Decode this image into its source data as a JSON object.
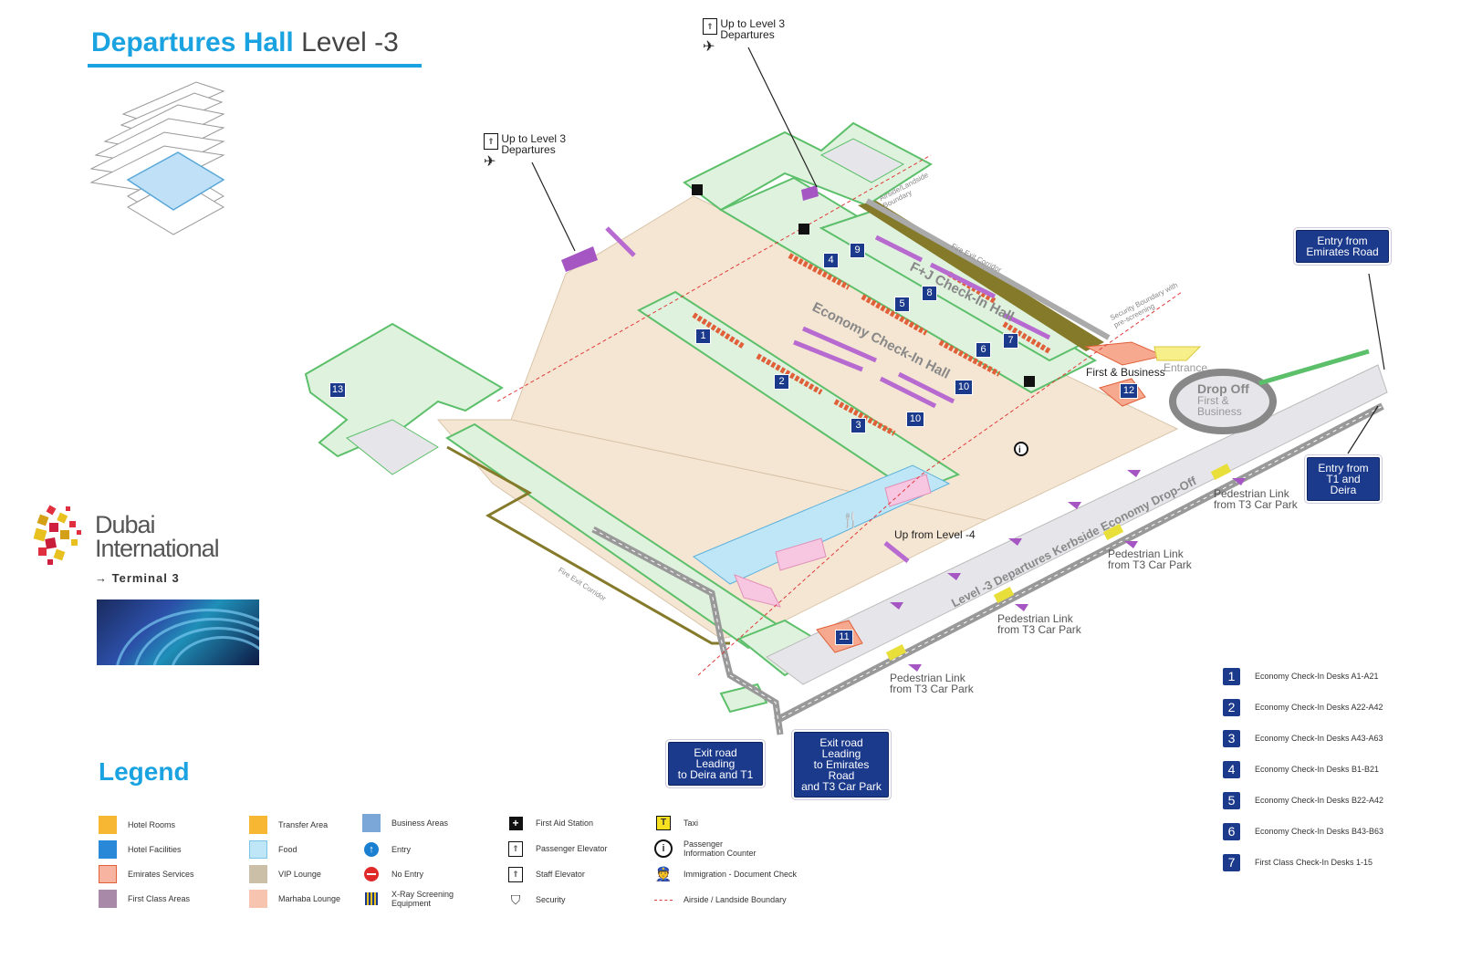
{
  "header": {
    "title_bold": "Departures Hall",
    "title_level": "Level -3"
  },
  "branding": {
    "name_line1": "Dubai",
    "name_line2": "International",
    "terminal": "→ Terminal 3"
  },
  "colors": {
    "accent": "#1aa3e0",
    "nav_box": "#1b3a8c",
    "floor": "#f5e6d3",
    "green_area": "#dff2de",
    "food": "#bfe6f7",
    "emirates": "#f7a98f",
    "road": "#999999",
    "boundary": "#e03a3a",
    "elevator": "#a556c2",
    "olive": "#857a2a"
  },
  "map": {
    "callouts": {
      "elevator_top": {
        "line1": "Up to Level 3",
        "line2": "Departures"
      },
      "elevator_left": {
        "line1": "Up to Level 3",
        "line2": "Departures"
      }
    },
    "halls": {
      "economy": "Economy Check-In Hall",
      "fj": "F+J Check-In Hall"
    },
    "labels": {
      "first_business": "First & Business",
      "entrance": "Entrance",
      "drop_off": "Drop Off",
      "drop_off_sub1": "First &",
      "drop_off_sub2": "Business",
      "up_from_level4": "Up from Level -4",
      "kerbside": "Level -3 Departures Kerbside Economy Drop-Off",
      "fire_exit_top": "Fire Exit Corridor",
      "fire_exit_bottom": "Fire Exit Corridor",
      "airside_boundary": "Airside/Landside Boundary",
      "security_boundary": "Security Boundary with pre-screening"
    },
    "pedestrian_links": [
      {
        "line1": "Pedestrian Link",
        "line2": "from T3 Car Park"
      },
      {
        "line1": "Pedestrian Link",
        "line2": "from T3 Car Park"
      },
      {
        "line1": "Pedestrian Link",
        "line2": "from T3 Car Park"
      },
      {
        "line1": "Pedestrian Link",
        "line2": "from T3 Car Park"
      }
    ],
    "nav_boxes": {
      "entry_emirates": {
        "line1": "Entry from",
        "line2": "Emirates Road"
      },
      "entry_t1": {
        "line1": "Entry from",
        "line2": "T1 and Deira"
      },
      "exit_deira": {
        "line1": "Exit road Leading",
        "line2": "to Deira and T1"
      },
      "exit_emirates": {
        "line1": "Exit road Leading",
        "line2": "to Emirates Road",
        "line3": "and T3 Car Park"
      }
    },
    "markers": [
      "1",
      "2",
      "3",
      "4",
      "5",
      "6",
      "7",
      "8",
      "9",
      "10",
      "10",
      "11",
      "12",
      "13"
    ]
  },
  "legend": {
    "title": "Legend",
    "areas": [
      {
        "label": "Hotel Rooms",
        "color": "#f7b733"
      },
      {
        "label": "Hotel Facilities",
        "color": "#2a88d8"
      },
      {
        "label": "Emirates Services",
        "color": "#f7b4a0"
      },
      {
        "label": "First Class Areas",
        "color": "#a88aa8"
      },
      {
        "label": "Transfer Area",
        "color": "#f7b733"
      },
      {
        "label": "Food",
        "color": "#bfe6f7"
      },
      {
        "label": "VIP Lounge",
        "color": "#cbbfa8"
      },
      {
        "label": "Marhaba Lounge",
        "color": "#f7c4b0"
      },
      {
        "label": "Business Areas",
        "color": "#7aa6d8"
      }
    ],
    "symbols": [
      {
        "label": "Entry",
        "icon": "entry-icon"
      },
      {
        "label": "No Entry",
        "icon": "no-entry-icon"
      },
      {
        "label": "X-Ray Screening Equipment",
        "icon": "xray-icon"
      },
      {
        "label": "First Aid Station",
        "icon": "first-aid-icon"
      },
      {
        "label": "Passenger Elevator",
        "icon": "passenger-elevator-icon"
      },
      {
        "label": "Staff Elevator",
        "icon": "staff-elevator-icon"
      },
      {
        "label": "Security",
        "icon": "security-icon"
      },
      {
        "label": "Taxi",
        "icon": "taxi-icon"
      },
      {
        "label": "Passenger Information Counter",
        "icon": "info-icon"
      },
      {
        "label": "Immigration - Document Check",
        "icon": "immigration-icon"
      },
      {
        "label": "Airside / Landside Boundary",
        "icon": "boundary-line-icon"
      }
    ],
    "desks": [
      {
        "num": "1",
        "label": "Economy Check-In Desks A1-A21"
      },
      {
        "num": "2",
        "label": "Economy Check-In Desks A22-A42"
      },
      {
        "num": "3",
        "label": "Economy Check-In Desks A43-A63"
      },
      {
        "num": "4",
        "label": "Economy Check-In Desks B1-B21"
      },
      {
        "num": "5",
        "label": "Economy Check-In Desks B22-A42"
      },
      {
        "num": "6",
        "label": "Economy Check-In Desks B43-B63"
      },
      {
        "num": "7",
        "label": "First Class Check-In Desks 1-15"
      }
    ]
  }
}
